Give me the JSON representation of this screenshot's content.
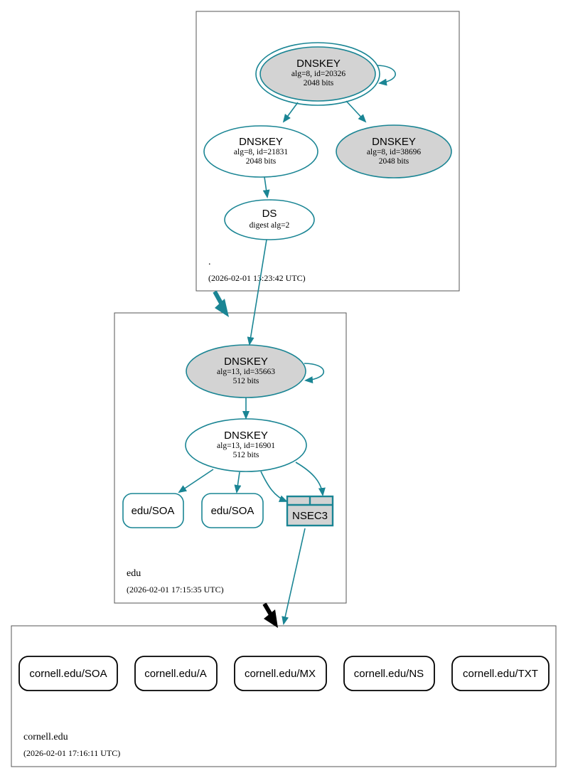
{
  "colors": {
    "edge": "#1a8594",
    "ksk_fill": "#d3d3d3",
    "zsk_fill": "#ffffff",
    "zone_border": "#555555",
    "delegation_bold": "#1a8594",
    "delegation_insecure": "#000000"
  },
  "zones": {
    "root": {
      "name": ".",
      "timestamp": "(2026-02-01 13:23:42 UTC)"
    },
    "edu": {
      "name": "edu",
      "timestamp": "(2026-02-01 17:15:35 UTC)"
    },
    "cornell": {
      "name": "cornell.edu",
      "timestamp": "(2026-02-01 17:16:11 UTC)"
    }
  },
  "nodes": {
    "root_ksk": {
      "title": "DNSKEY",
      "line1": "alg=8, id=20326",
      "line2": "2048 bits"
    },
    "root_zsk": {
      "title": "DNSKEY",
      "line1": "alg=8, id=21831",
      "line2": "2048 bits"
    },
    "root_key3": {
      "title": "DNSKEY",
      "line1": "alg=8, id=38696",
      "line2": "2048 bits"
    },
    "root_ds": {
      "title": "DS",
      "line1": "digest alg=2"
    },
    "edu_ksk": {
      "title": "DNSKEY",
      "line1": "alg=13, id=35663",
      "line2": "512 bits"
    },
    "edu_zsk": {
      "title": "DNSKEY",
      "line1": "alg=13, id=16901",
      "line2": "512 bits"
    },
    "edu_soa1": {
      "label": "edu/SOA"
    },
    "edu_soa2": {
      "label": "edu/SOA"
    },
    "edu_nsec3": {
      "label": "NSEC3"
    }
  },
  "cornell_records": [
    {
      "label": "cornell.edu/SOA"
    },
    {
      "label": "cornell.edu/A"
    },
    {
      "label": "cornell.edu/MX"
    },
    {
      "label": "cornell.edu/NS"
    },
    {
      "label": "cornell.edu/TXT"
    }
  ]
}
